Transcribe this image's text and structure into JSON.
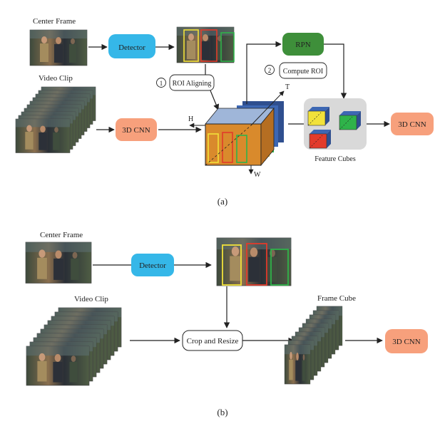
{
  "panel_a": {
    "center_frame_label": "Center Frame",
    "video_clip_label": "Video Clip",
    "detector_label": "Detector",
    "cnn3d_label": "3D CNN",
    "roi_step_number": "1",
    "roi_aligning_label": "ROI Aligning",
    "rpn_label": "RPN",
    "compute_step_number": "2",
    "compute_roi_label": "Compute ROI",
    "axis_t": "T",
    "axis_h": "H",
    "axis_w": "W",
    "feature_cubes_label": "Feature Cubes",
    "cnn3d_out_label": "3D CNN",
    "caption": "(a)"
  },
  "panel_b": {
    "center_frame_label": "Center Frame",
    "detector_label": "Detector",
    "video_clip_label": "Video Clip",
    "crop_resize_label": "Crop and Resize",
    "frame_cube_label": "Frame Cube",
    "cnn3d_label": "3D CNN",
    "caption": "(b)"
  },
  "colors": {
    "detector": "#35b7e8",
    "cnn3d": "#f7a07c",
    "rpn": "#3e8f3a",
    "feature_panel": "#d9d9d9",
    "cube_orange": "#d98a2c",
    "box_yellow": "#f2e23a",
    "box_red": "#e23b2b",
    "box_green": "#2fb34a"
  }
}
